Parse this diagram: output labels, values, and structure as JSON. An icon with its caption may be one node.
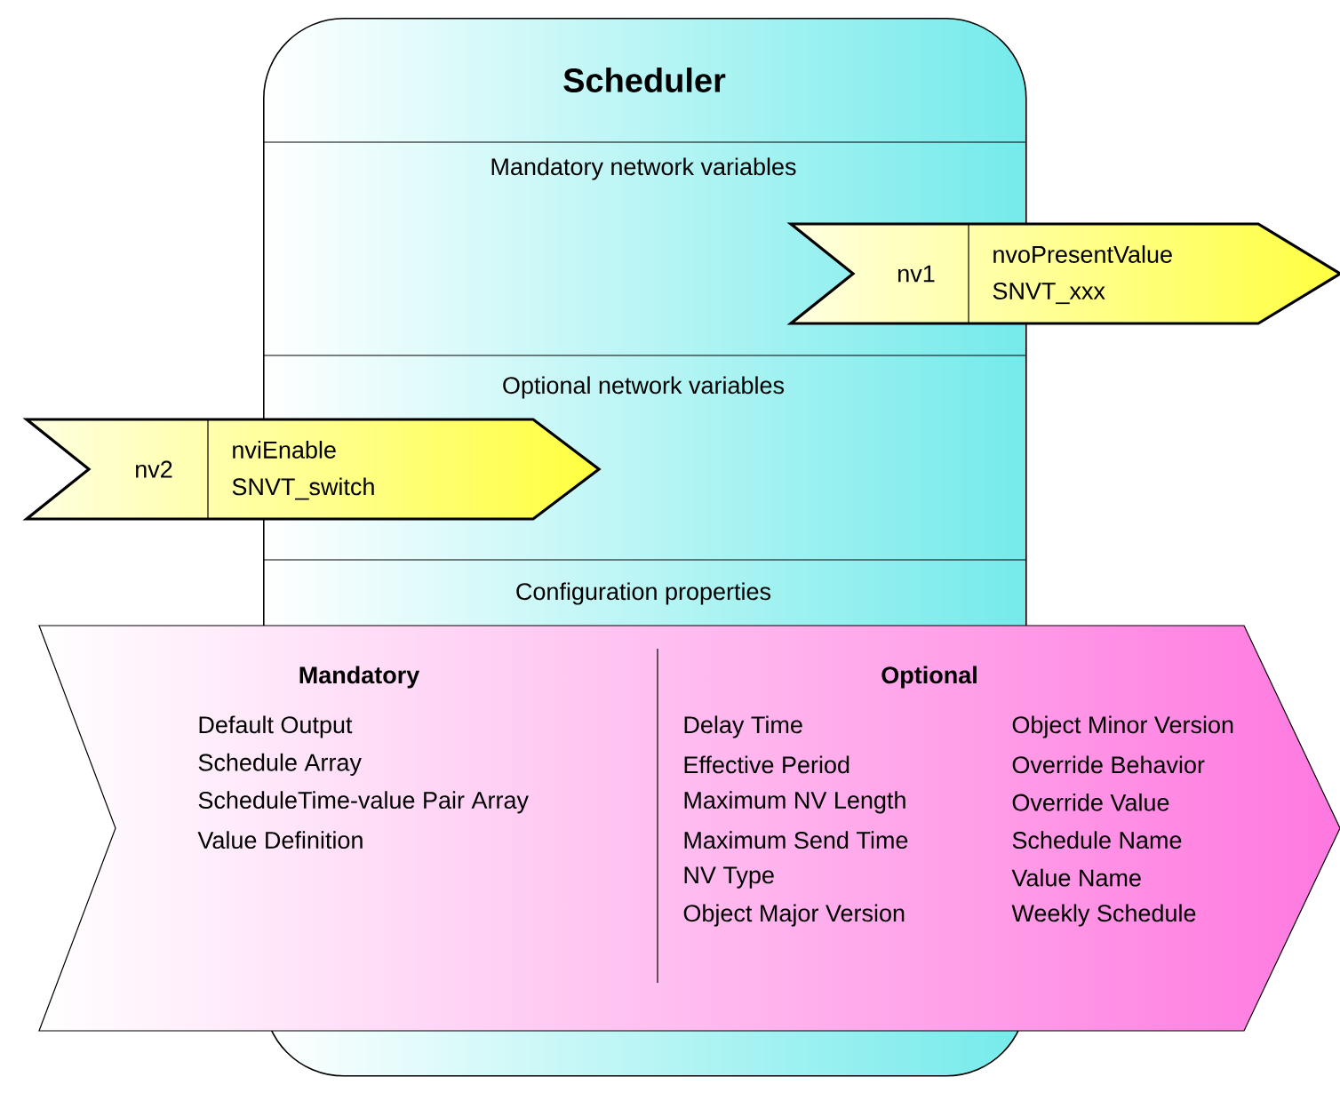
{
  "diagram": {
    "nodes": [
      {
        "text": [
          "Scheduler"
        ]
      },
      {
        "text": [
          "nv1",
          "nvoPresentValue",
          "SNVT_xxx"
        ]
      },
      {
        "text": [
          "nv2",
          "nviEnable",
          "SNVT_switch"
        ]
      },
      {
        "text": [
          "Mandatory",
          "Default Output",
          "Schedule Array",
          "ScheduleTime-value Pair Array",
          "Value Definition",
          "Optional",
          "Delay Time",
          "Effective Period",
          "Maximum NV Length",
          "Maximum Send Time",
          "NV Type",
          "Object Major Version",
          "Object Minor Version",
          "Override Behavior",
          "Override Value",
          "Schedule Name",
          "Value Name",
          "Weekly Schedule"
        ]
      }
    ],
    "labels": [
      "Mandatory network variables",
      "Optional network variables",
      "Configuration properties"
    ]
  }
}
